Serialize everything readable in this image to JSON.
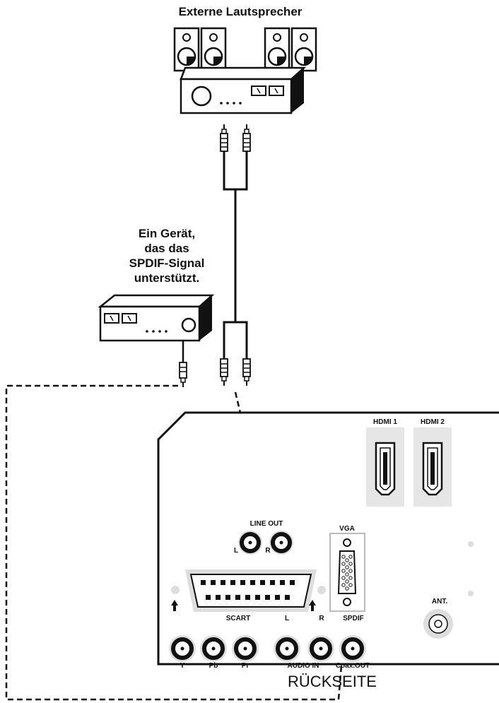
{
  "labels": {
    "external_speakers": "Externe Lautsprecher",
    "spdif_device": [
      "Ein Gerät,",
      "das das",
      "SPDIF-Signal",
      "unterstützt."
    ],
    "rear_panel": "RÜCKSEITE"
  },
  "ports": {
    "hdmi1": "HDMI 1",
    "hdmi2": "HDMI 2",
    "line_out": "LINE OUT",
    "line_out_l": "L",
    "line_out_r": "R",
    "vga": "VGA",
    "scart": "SCART",
    "ant": "ANT.",
    "component": [
      "Y",
      "Pb",
      "Pr"
    ],
    "audio_in_l": "L",
    "audio_in_r": "R",
    "audio_in": "AUDIO IN",
    "spdif": "SPDIF",
    "coax_out": "Coax.OUT"
  },
  "colors": {
    "outline": "#111111",
    "panel_gray": "#dddddd",
    "hdmi_bg": "#e6e6e6"
  }
}
